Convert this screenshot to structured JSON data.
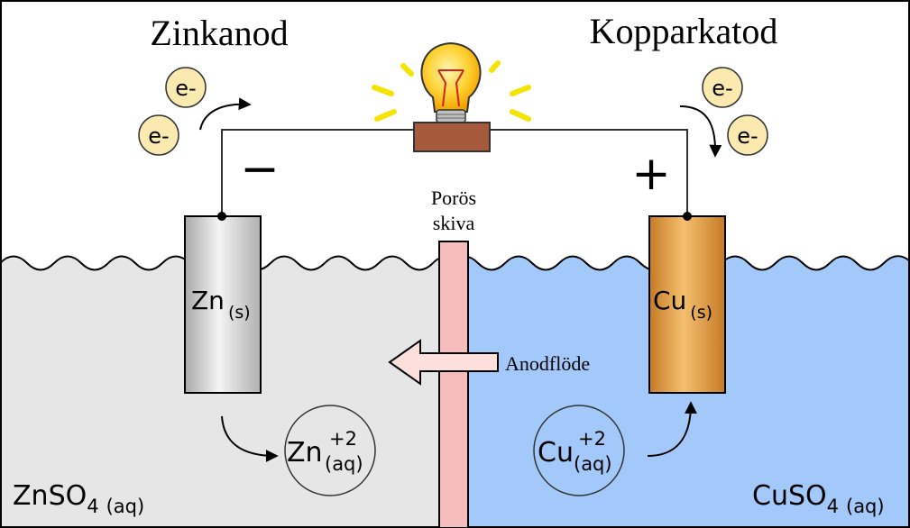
{
  "labels": {
    "anode_title": "Zinkanod",
    "cathode_title": "Kopparkatod",
    "porous_disk_line1": "Porös",
    "porous_disk_line2": "skiva",
    "anion_flow": "Anodflöde",
    "minus_sign": "−",
    "plus_sign": "+",
    "electron": "e-"
  },
  "electrodes": {
    "zinc": {
      "symbol": "Zn",
      "state": "(s)"
    },
    "copper": {
      "symbol": "Cu",
      "state": "(s)"
    }
  },
  "ions": {
    "zinc_ion": {
      "symbol": "Zn",
      "charge": "+2",
      "state": "(aq)"
    },
    "copper_ion": {
      "symbol": "Cu",
      "charge": "+2",
      "state": "(aq)"
    }
  },
  "solutions": {
    "left": {
      "formula": "ZnSO",
      "subscript": "4",
      "state": "(aq)"
    },
    "right": {
      "formula": "CuSO",
      "subscript": "4",
      "state": "(aq)"
    }
  },
  "colors": {
    "left_solution": "#e6e6e6",
    "right_solution": "#a3c8fa",
    "porous_disk": "#f7bcbc",
    "zinc_electrode": "#c9c9c9",
    "copper_electrode": "#e0a040",
    "electron_fill": "#fbeab0",
    "bulb_base": "#a55a3c",
    "bulb_glass": "#ffcc22",
    "outline": "#000000"
  }
}
